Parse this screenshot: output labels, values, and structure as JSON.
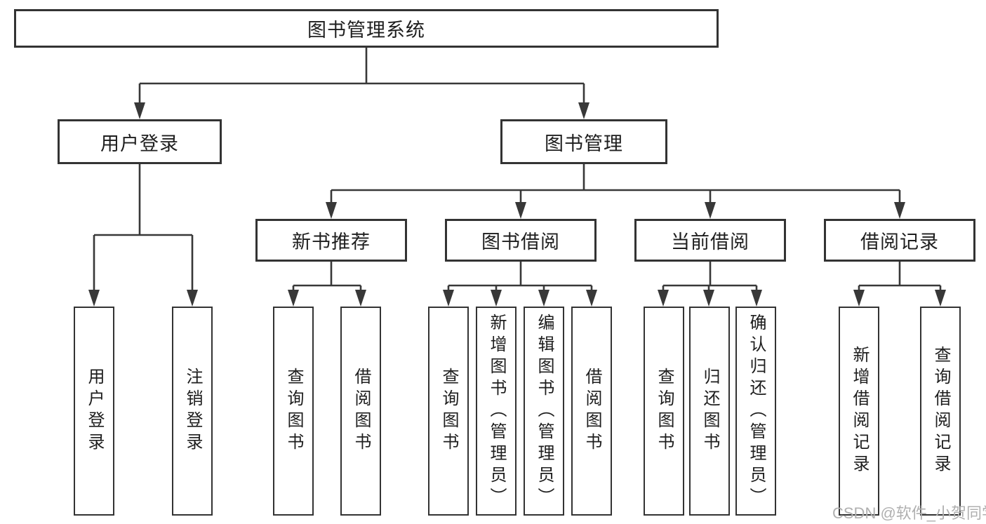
{
  "diagram": {
    "root": {
      "label": "图书管理系统"
    },
    "branches": [
      {
        "label": "用户登录",
        "children": [
          {
            "label": "用户登录"
          },
          {
            "label": "注销登录"
          }
        ]
      },
      {
        "label": "图书管理",
        "children": [
          {
            "label": "新书推荐",
            "children": [
              {
                "label": "查询图书"
              },
              {
                "label": "借阅图书"
              }
            ]
          },
          {
            "label": "图书借阅",
            "children": [
              {
                "label": "查询图书"
              },
              {
                "label": "新增图书（管理员）"
              },
              {
                "label": "编辑图书（管理员）"
              },
              {
                "label": "借阅图书"
              }
            ]
          },
          {
            "label": "当前借阅",
            "children": [
              {
                "label": "查询图书"
              },
              {
                "label": "归还图书"
              },
              {
                "label": "确认归还（管理员）"
              }
            ]
          },
          {
            "label": "借阅记录",
            "children": [
              {
                "label": "新增借阅记录"
              },
              {
                "label": "查询借阅记录"
              }
            ]
          }
        ]
      }
    ]
  },
  "watermark": {
    "text": "CSDN @软件_小贺同学"
  },
  "colors": {
    "line": "#383838",
    "box_border": "#333333",
    "text": "#1e1e1e",
    "watermark": "#b0b0b0",
    "background": "#ffffff"
  }
}
